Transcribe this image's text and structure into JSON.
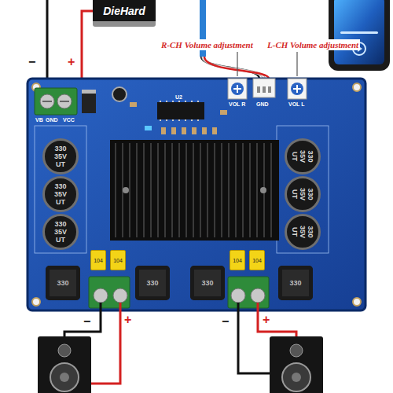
{
  "diagram": {
    "nodes": [
      {
        "text": [
          "DieHard"
        ]
      },
      {
        "text": [
          "330 35V UT"
        ]
      },
      {
        "text": [
          "330 35V UT"
        ]
      },
      {
        "text": [
          "330 35V UT"
        ]
      },
      {
        "text": [
          "330 35V UT"
        ]
      },
      {
        "text": [
          "330 35V UT"
        ]
      },
      {
        "text": [
          "330 35V UT"
        ]
      },
      {
        "text": [
          "330"
        ]
      },
      {
        "text": [
          "330"
        ]
      },
      {
        "text": [
          "330"
        ]
      },
      {
        "text": [
          "330"
        ]
      },
      {
        "text": [
          "104"
        ]
      },
      {
        "text": [
          "104"
        ]
      },
      {
        "text": [
          "104"
        ]
      },
      {
        "text": [
          "104"
        ]
      }
    ],
    "labels": [
      "−",
      "+",
      "R-CH Volume adjustment",
      "L-CH Volume adjustment",
      "VB",
      "GND",
      "VCC",
      "VOL R",
      "GND",
      "VOL L",
      "U2",
      "−",
      "+",
      "−",
      "+"
    ]
  }
}
